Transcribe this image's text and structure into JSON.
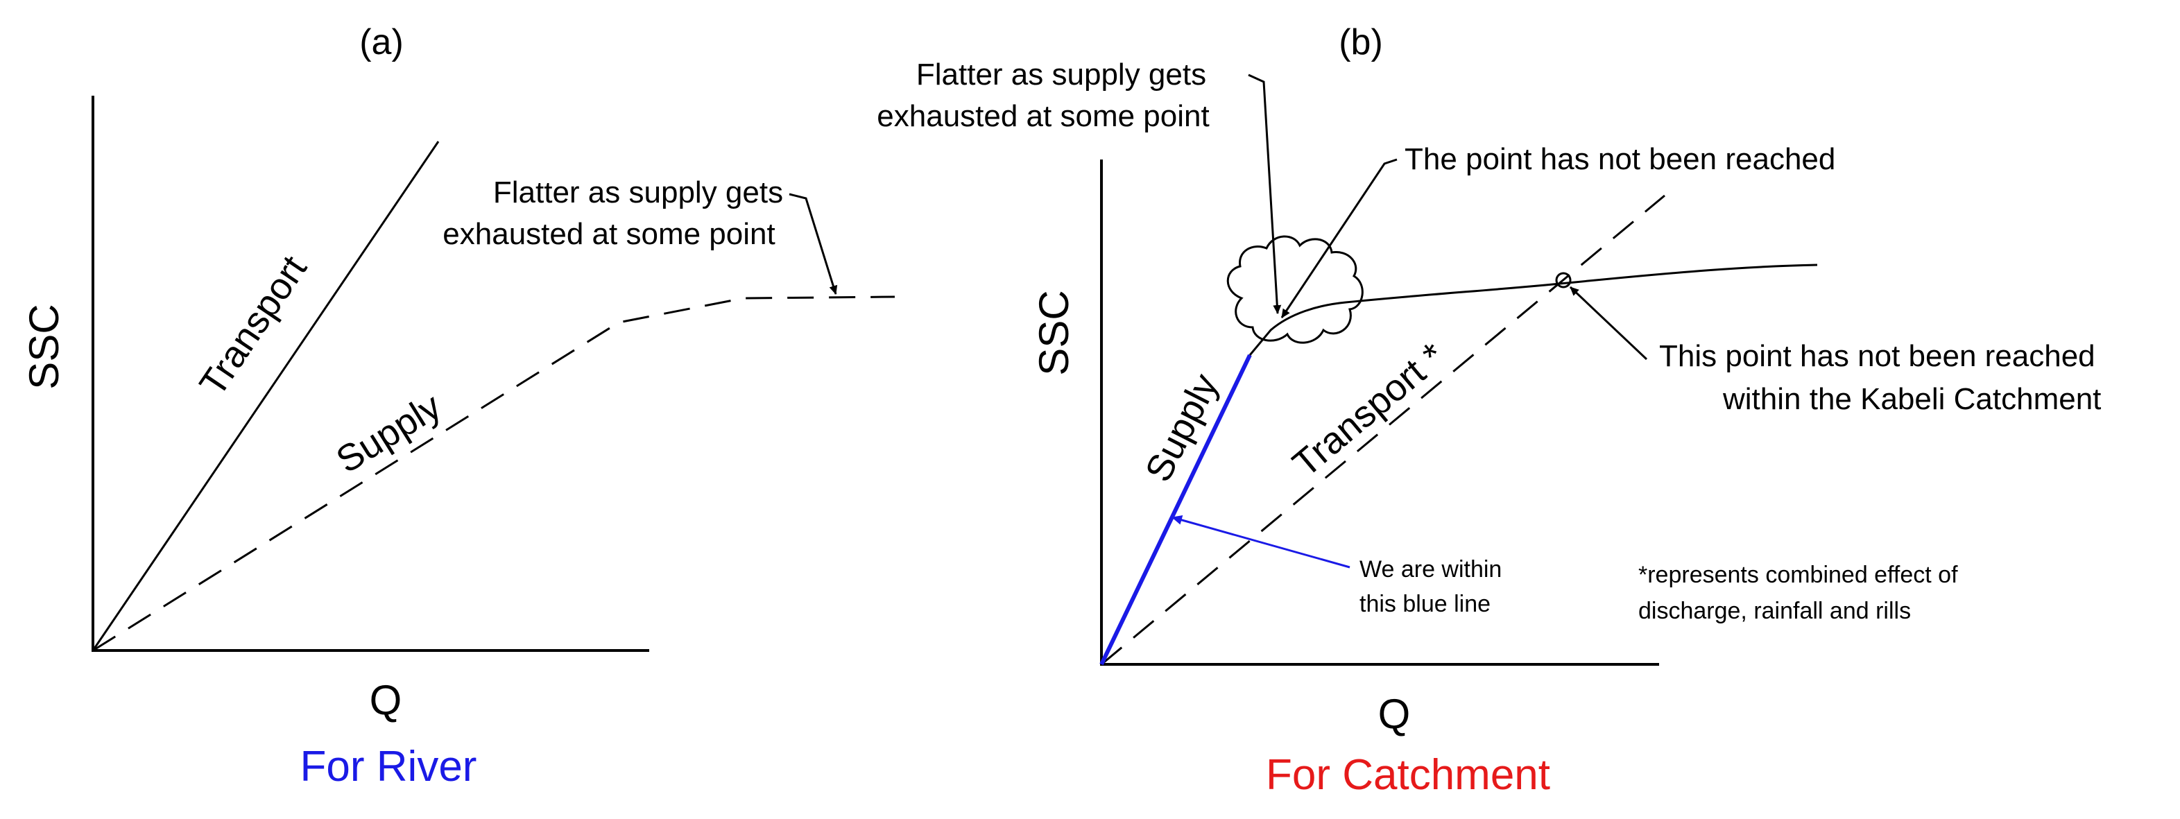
{
  "panel_a": {
    "label": "(a)",
    "y_axis": "SSC",
    "x_axis": "Q",
    "transport_label": "Transport",
    "supply_label": "Supply",
    "annotation_line1": "Flatter as supply gets",
    "annotation_line2": "exhausted at some point",
    "caption": "For River",
    "caption_color": "#1a1ae6"
  },
  "panel_b": {
    "label": "(b)",
    "y_axis": "SSC",
    "x_axis": "Q",
    "supply_label": "Supply",
    "transport_label": "Transport *",
    "annotation_flatter_line1": "Flatter as supply gets",
    "annotation_flatter_line2": "exhausted at some point",
    "annotation_not_reached": "The point has not been reached",
    "annotation_catchment_line1": "This point has not been reached",
    "annotation_catchment_line2": "within the Kabeli Catchment",
    "blue_note_line1": "We are within",
    "blue_note_line2": "this blue line",
    "footnote_line1": "*represents combined effect of",
    "footnote_line2": "discharge, rainfall and rills",
    "caption": "For Catchment",
    "caption_color": "#e61a1a",
    "supply_line_color": "#1a1ae6"
  }
}
